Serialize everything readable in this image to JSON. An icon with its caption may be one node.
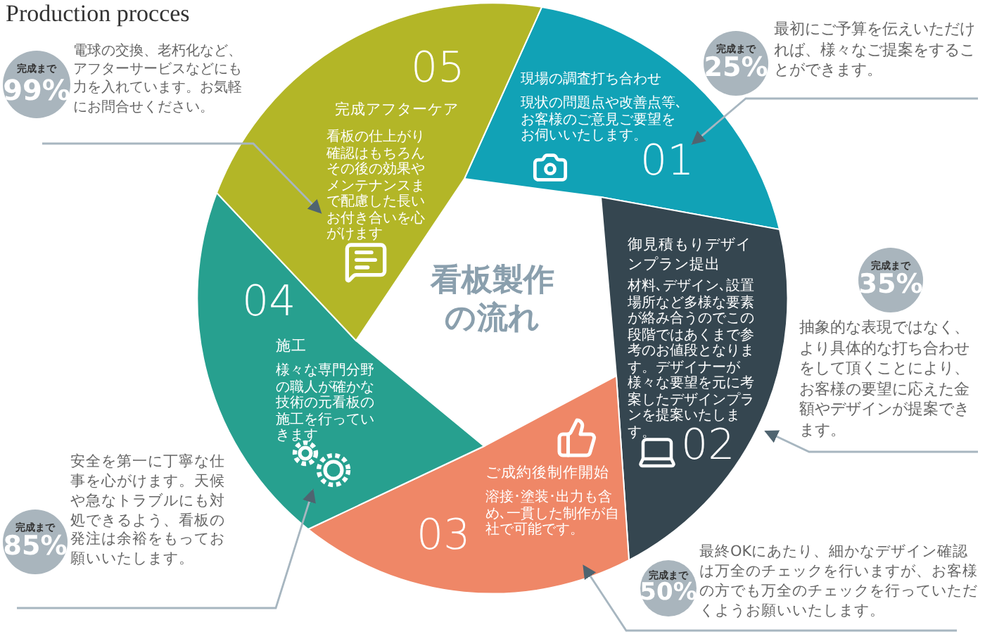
{
  "diagram": {
    "title": "Production procces",
    "nodes": [
      {
        "text": [
          "現場の調査打ち合わせ",
          "現状の問題点や改善点等､お客様のご意見ご要望をお伺いいたします。",
          "01"
        ]
      },
      {
        "text": [
          "御見積もりデザインプラン提出",
          "材料､デザイン､設置場所など多様な要素が絡み合うのでこの段階ではあくまで参考のお値段となります。デザイナーが様々な要望を元に考案したデザインプランを提案いたします。",
          "02"
        ]
      },
      {
        "text": [
          "ご成約後制作開始",
          "溶接･塗装･出力も含め､一貫した制作が自社で可能です。",
          "03"
        ]
      },
      {
        "text": [
          "04",
          "施工",
          "様々な専門分野の職人が確かな技術の元看板の施工を行っていきます"
        ]
      },
      {
        "text": [
          "05",
          "完成アフターケア",
          "看板の仕上がり確認はもちろんその後の効果やメンテナンスまで配慮した長いお付き合いを心がけます"
        ]
      },
      {
        "text": [
          "看板製作の流れ"
        ]
      },
      {
        "text": [
          "完成まで",
          "99%",
          "電球の交換、老朽化など、アフターサービスなどにも力を入れています。お気軽にお問合せください。"
        ]
      },
      {
        "text": [
          "完成まで",
          "25%",
          "最初にご予算を伝えいただければ、様々なご提案をすることができます。"
        ]
      },
      {
        "text": [
          "完成まで",
          "35%",
          "抽象的な表現ではなく、より具体的な打ち合わせをして頂くことにより、お客様の要望に応えた金額やデザインが提案できます。"
        ]
      },
      {
        "text": [
          "完成まで",
          "85%",
          "安全を第一に丁寧な仕事を心がけます。天候や急なトラブルにも対処できるよう、看板の発注は余裕をもってお願いいたします。"
        ]
      },
      {
        "text": [
          "完成まで",
          "50%",
          "最終OKにあたり、細かなデザイン確認は万全のチェックを行いますが、お客様の方でも万全のチェックを行っていただくようお願いいたします。"
        ]
      }
    ],
    "edges": [
      {
        "from": 6,
        "to": 4,
        "arrow": "to"
      },
      {
        "from": 7,
        "to": 0,
        "arrow": "to"
      },
      {
        "from": 8,
        "to": 1,
        "arrow": "to"
      },
      {
        "from": 9,
        "to": 3,
        "arrow": "to"
      },
      {
        "from": 10,
        "to": 2,
        "arrow": "to"
      }
    ]
  }
}
